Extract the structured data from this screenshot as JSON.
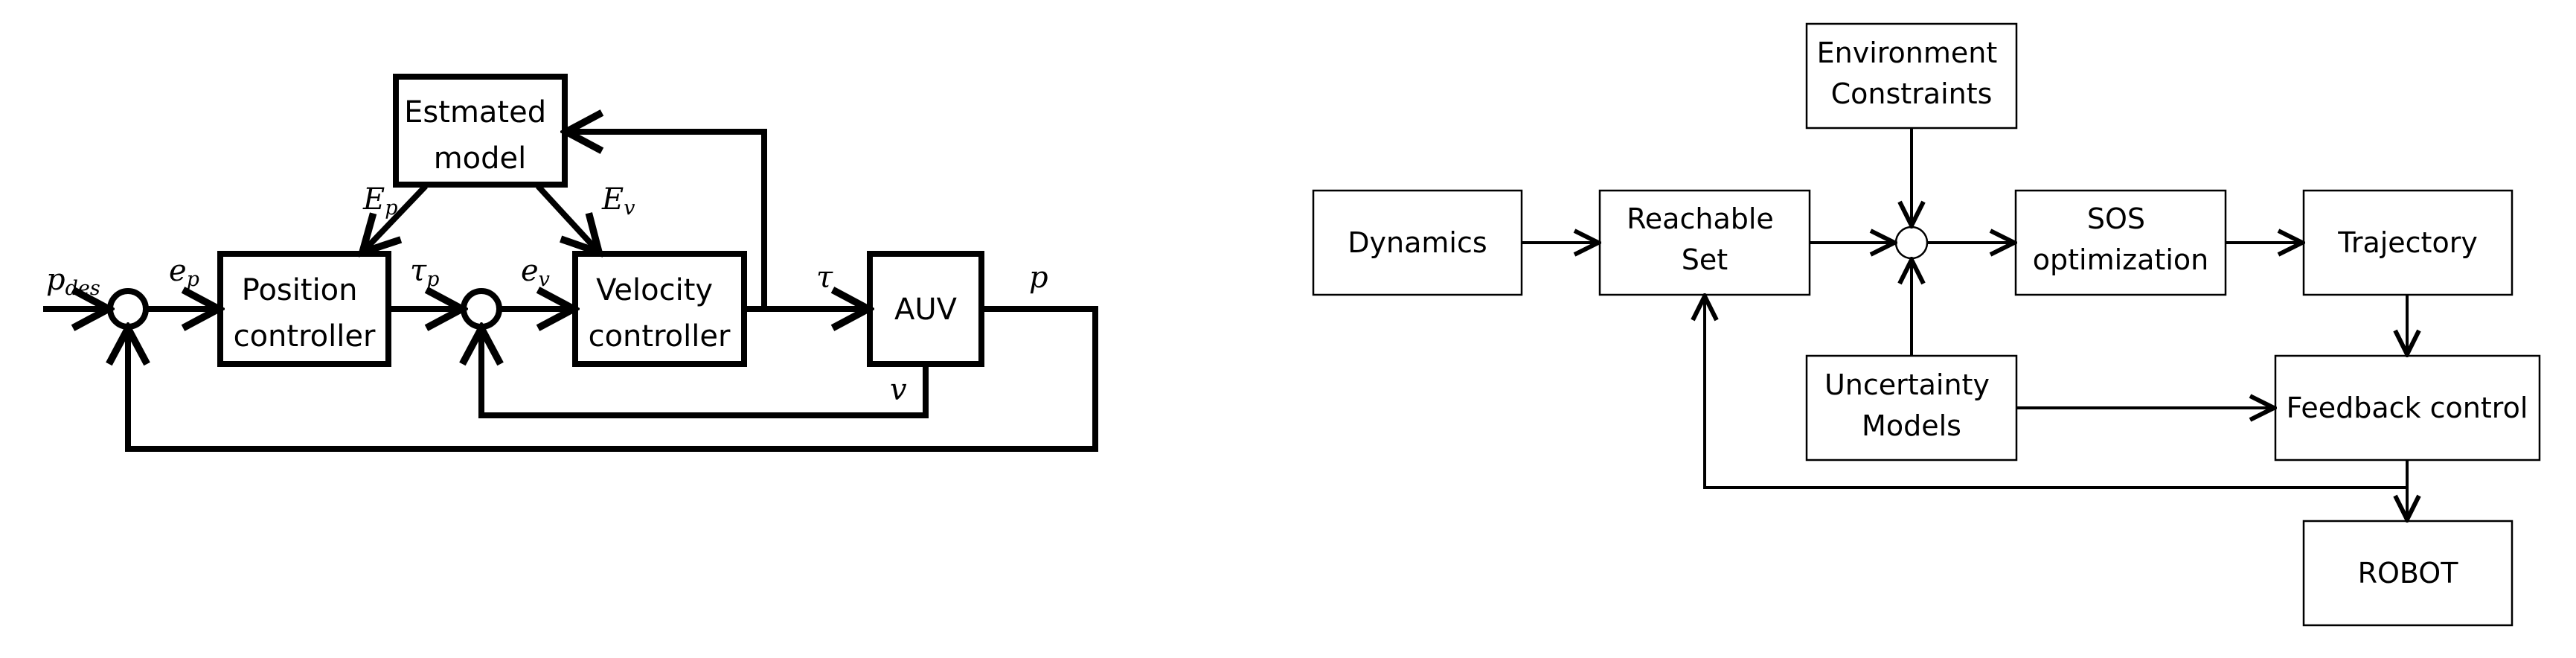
{
  "left_diagram": {
    "blocks": {
      "estimated_model": [
        "Estmated",
        "model"
      ],
      "position_controller": [
        "Position",
        "controller"
      ],
      "velocity_controller": [
        "Velocity",
        "controller"
      ],
      "auv": [
        "AUV"
      ]
    },
    "signals": {
      "p_des": {
        "base": "p",
        "sub": "des"
      },
      "e_p": {
        "base": "e",
        "sub": "p"
      },
      "tau_p": {
        "base": "τ",
        "sub": "p"
      },
      "e_v": {
        "base": "e",
        "sub": "v"
      },
      "tau": {
        "base": "τ",
        "sub": ""
      },
      "p": {
        "base": "p",
        "sub": ""
      },
      "v": {
        "base": "v",
        "sub": ""
      },
      "E_p": {
        "base": "E",
        "sub": "p"
      },
      "E_v": {
        "base": "E",
        "sub": "v"
      }
    }
  },
  "right_diagram": {
    "blocks": {
      "dynamics": [
        "Dynamics"
      ],
      "reachable_set": [
        "Reachable",
        "Set"
      ],
      "environment_constraints": [
        "Environment",
        "Constraints"
      ],
      "sos_optimization": [
        "SOS",
        "optimization"
      ],
      "trajectory": [
        "Trajectory"
      ],
      "uncertainty_models": [
        "Uncertainty",
        "Models"
      ],
      "feedback_control": [
        "Feedback control"
      ],
      "robot": [
        "ROBOT"
      ]
    }
  }
}
